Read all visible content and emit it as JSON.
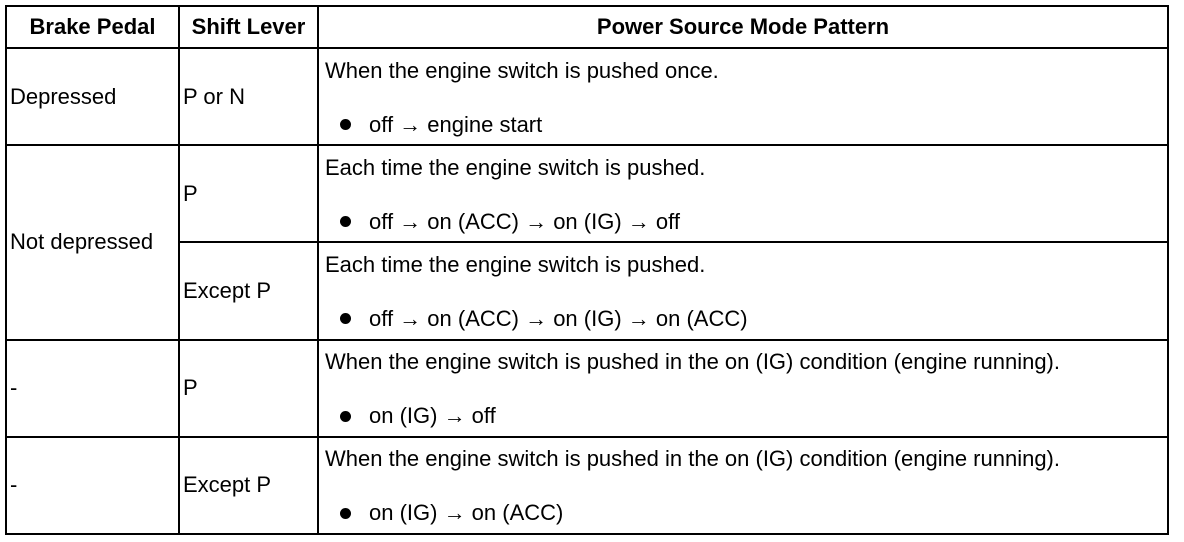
{
  "headers": {
    "brake_pedal": "Brake Pedal",
    "shift_lever": "Shift Lever",
    "pattern": "Power Source Mode Pattern"
  },
  "rows": [
    {
      "brake": "Depressed",
      "shift": "P or N",
      "description": "When the engine switch is pushed once.",
      "sequence": "off → engine start"
    },
    {
      "brake": "Not depressed",
      "shift": "P",
      "description": "Each time the engine switch is pushed.",
      "sequence": "off → on (ACC) → on (IG) → off"
    },
    {
      "shift": "Except P",
      "description": "Each time the engine switch is pushed.",
      "sequence": "off → on (ACC) → on (IG) → on (ACC)"
    },
    {
      "brake": "-",
      "shift": "P",
      "description": "When the engine switch is pushed in the on (IG) condition (engine running).",
      "sequence": "on (IG) → off"
    },
    {
      "brake": "-",
      "shift": "Except P",
      "description": "When the engine switch is pushed in the on (IG) condition (engine running).",
      "sequence": "on (IG) → on (ACC)"
    }
  ]
}
